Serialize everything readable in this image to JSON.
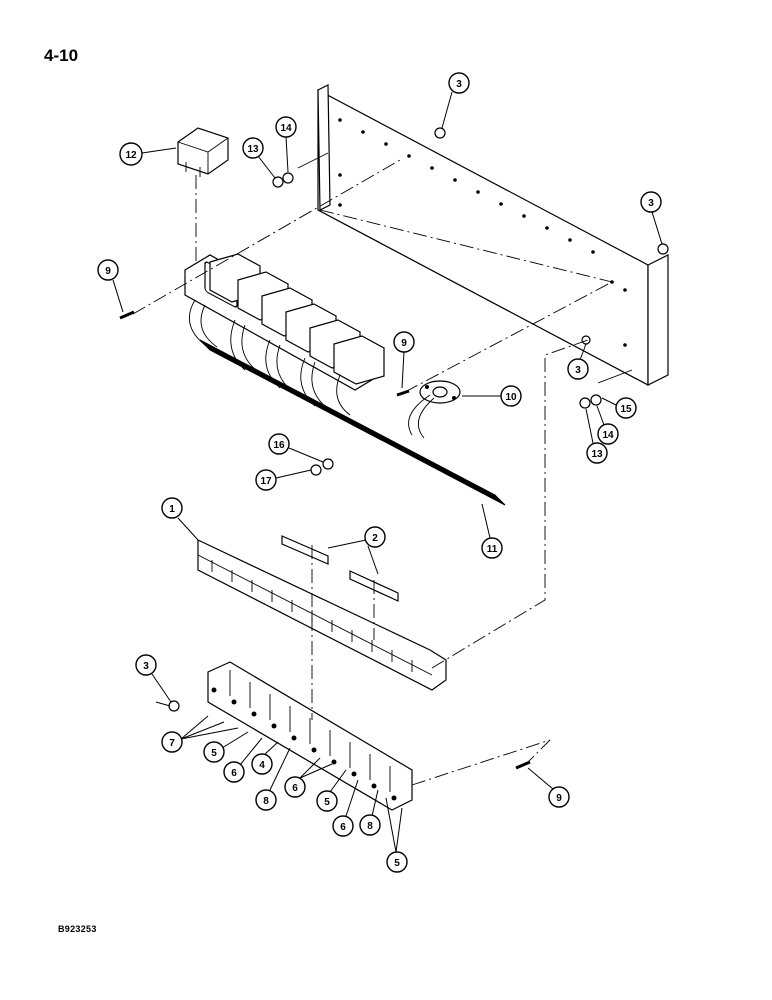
{
  "page": {
    "page_number": "4-10",
    "figure_code": "B923253"
  },
  "callouts": [
    {
      "id": "c3a",
      "label": "3"
    },
    {
      "id": "c3b",
      "label": "3"
    },
    {
      "id": "c3c",
      "label": "3"
    },
    {
      "id": "c3d",
      "label": "3"
    },
    {
      "id": "c12",
      "label": "12"
    },
    {
      "id": "c13a",
      "label": "13"
    },
    {
      "id": "c14a",
      "label": "14"
    },
    {
      "id": "c9a",
      "label": "9"
    },
    {
      "id": "c9b",
      "label": "9"
    },
    {
      "id": "c10",
      "label": "10"
    },
    {
      "id": "c15",
      "label": "15"
    },
    {
      "id": "c14b",
      "label": "14"
    },
    {
      "id": "c13b",
      "label": "13"
    },
    {
      "id": "c16",
      "label": "16"
    },
    {
      "id": "c17",
      "label": "17"
    },
    {
      "id": "c11",
      "label": "11"
    },
    {
      "id": "c1",
      "label": "1"
    },
    {
      "id": "c2",
      "label": "2"
    },
    {
      "id": "c7",
      "label": "7"
    },
    {
      "id": "c5a",
      "label": "5"
    },
    {
      "id": "c6a",
      "label": "6"
    },
    {
      "id": "c4",
      "label": "4"
    },
    {
      "id": "c8a",
      "label": "8"
    },
    {
      "id": "c6b",
      "label": "6"
    },
    {
      "id": "c5b",
      "label": "5"
    },
    {
      "id": "c6c",
      "label": "6"
    },
    {
      "id": "c8b",
      "label": "8"
    },
    {
      "id": "c5c",
      "label": "5"
    },
    {
      "id": "c9c",
      "label": "9"
    }
  ]
}
